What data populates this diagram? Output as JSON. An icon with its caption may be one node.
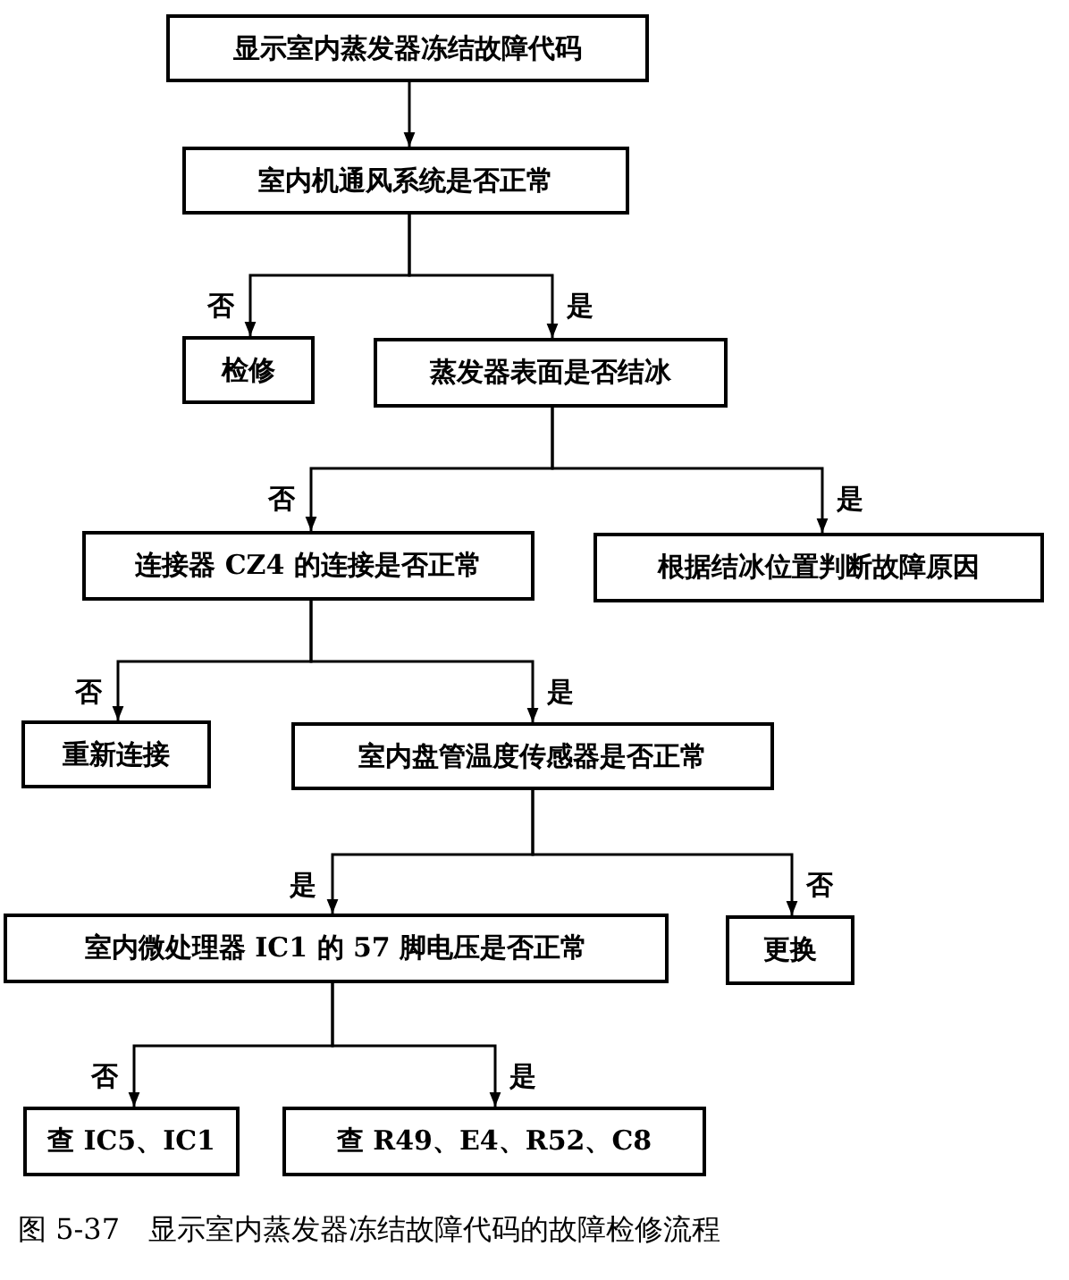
{
  "diagram": {
    "caption": "图 5-37　显示室内蒸发器冻结故障代码的故障检修流程",
    "nodes": [
      {
        "text": [
          "显示室内蒸发器冻结故障代码"
        ]
      },
      {
        "text": [
          "室内机通风系统是否正常"
        ]
      },
      {
        "text": [
          "检修"
        ]
      },
      {
        "text": [
          "蒸发器表面是否结冰"
        ]
      },
      {
        "text": [
          "连接器 CZ4 的连接是否正常"
        ]
      },
      {
        "text": [
          "根据结冰位置判断故障原因"
        ]
      },
      {
        "text": [
          "重新连接"
        ]
      },
      {
        "text": [
          "室内盘管温度传感器是否正常"
        ]
      },
      {
        "text": [
          "室内微处理器 IC1 的 57 脚电压是否正常"
        ]
      },
      {
        "text": [
          "更换"
        ]
      },
      {
        "text": [
          "查 IC5、IC1"
        ]
      },
      {
        "text": [
          "查 R49、E4、R52、C8"
        ]
      }
    ],
    "edges": [
      {
        "from": 0,
        "to": 1,
        "arrow": "to"
      },
      {
        "from": 1,
        "to": 2,
        "arrow": "to",
        "label": "否"
      },
      {
        "from": 1,
        "to": 3,
        "arrow": "to",
        "label": "是"
      },
      {
        "from": 3,
        "to": 4,
        "arrow": "to",
        "label": "否"
      },
      {
        "from": 3,
        "to": 5,
        "arrow": "to",
        "label": "是"
      },
      {
        "from": 4,
        "to": 6,
        "arrow": "to",
        "label": "否"
      },
      {
        "from": 4,
        "to": 7,
        "arrow": "to",
        "label": "是"
      },
      {
        "from": 7,
        "to": 8,
        "arrow": "to",
        "label": "是"
      },
      {
        "from": 7,
        "to": 9,
        "arrow": "to",
        "label": "否"
      },
      {
        "from": 8,
        "to": 10,
        "arrow": "to",
        "label": "否"
      },
      {
        "from": 8,
        "to": 11,
        "arrow": "to",
        "label": "是"
      }
    ]
  }
}
